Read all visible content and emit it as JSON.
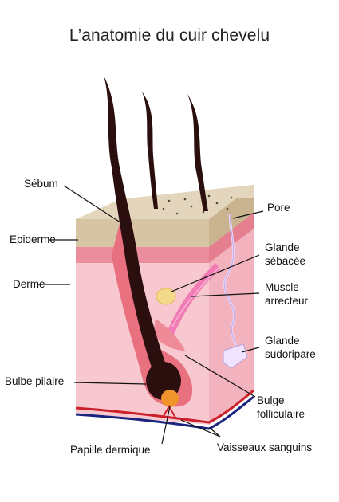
{
  "title": "L’anatomie du cuir chevelu",
  "labels": {
    "sebum": "Sébum",
    "pore": "Pore",
    "epiderme": "Epiderme",
    "glande_sebacee_1": "Glande",
    "glande_sebacee_2": "sébacée",
    "derme": "Derme",
    "muscle_1": "Muscle",
    "muscle_2": "arrecteur",
    "glande_sudoripare_1": "Glande",
    "glande_sudoripare_2": "sudoripare",
    "bulbe_pilaire": "Bulbe pilaire",
    "bulge_1": "Bulge",
    "bulge_2": "folliculaire",
    "papille": "Papille dermique",
    "vaisseaux": "Vaisseaux sanguins"
  },
  "colors": {
    "epidermis": "#d6c4a3",
    "epidermis_top": "#e3d6bc",
    "dermis": "#f7c8d0",
    "dermis_side": "#f2b2be",
    "dermis_top_band": "#ea8e9d",
    "hair": "#2b0f0f",
    "follicle": "#e8707f",
    "papilla": "#f0932b",
    "artery": "#cc1f2a",
    "vein": "#1a237e",
    "muscle": "#f06fb0",
    "gland": "#f3d98a",
    "sweat": "#e8d6ff"
  }
}
